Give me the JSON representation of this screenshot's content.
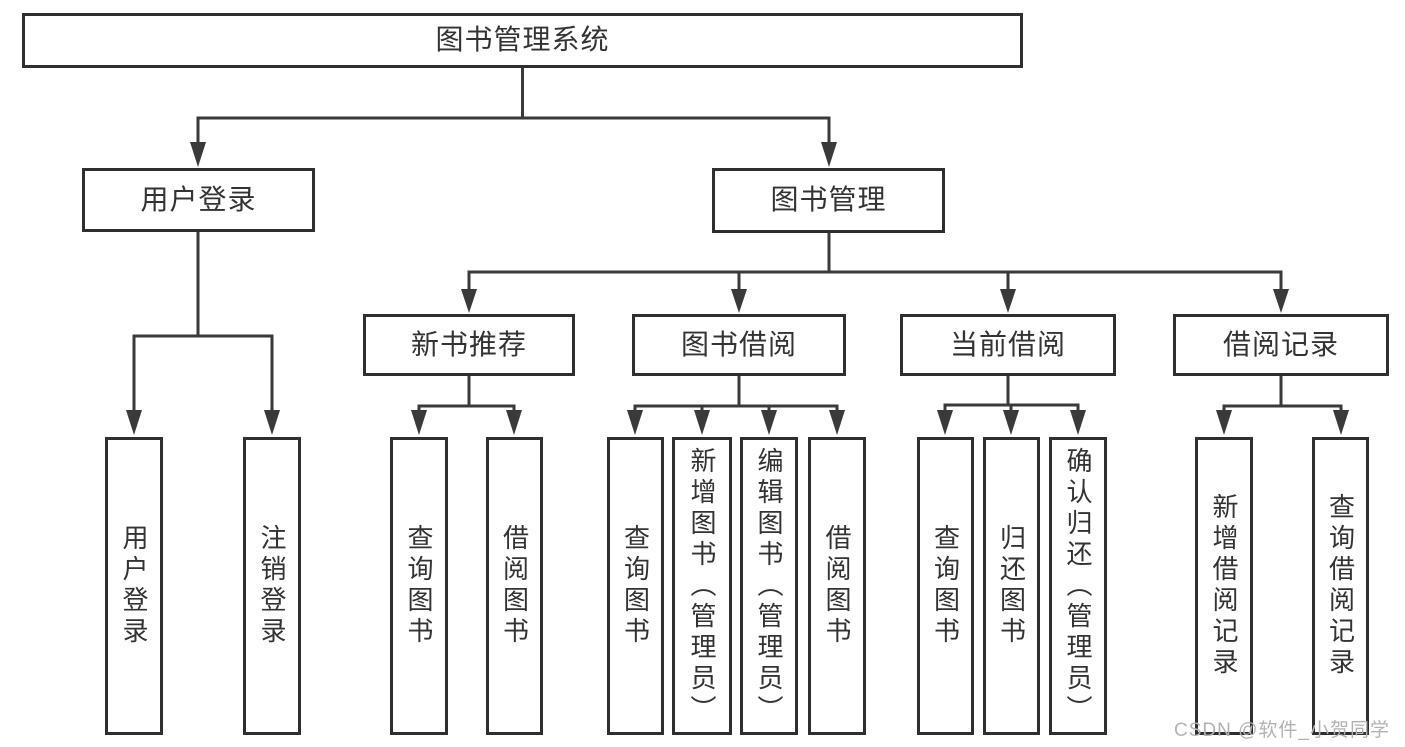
{
  "diagram": {
    "title": "图书管理系统",
    "level2": [
      {
        "label": "用户登录"
      },
      {
        "label": "图书管理"
      }
    ],
    "user_login_children": [
      "用户登录",
      "注销登录"
    ],
    "book_mgmt_modules": [
      {
        "label": "新书推荐",
        "children": [
          "查询图书",
          "借阅图书"
        ]
      },
      {
        "label": "图书借阅",
        "children": [
          "查询图书",
          "新增图书（管理员）",
          "编辑图书（管理员）",
          "借阅图书"
        ]
      },
      {
        "label": "当前借阅",
        "children": [
          "查询图书",
          "归还图书",
          "确认归还（管理员）"
        ]
      },
      {
        "label": "借阅记录",
        "children": [
          "新增借阅记录",
          "查询借阅记录"
        ]
      }
    ]
  },
  "watermark": {
    "text": "CSDN @软件_小贺同学"
  },
  "colors": {
    "box_border": "#2f2f2f",
    "connector_line": "#3a3a3a",
    "text": "#333333",
    "watermark": "#b3b3b3",
    "background": "#ffffff"
  }
}
